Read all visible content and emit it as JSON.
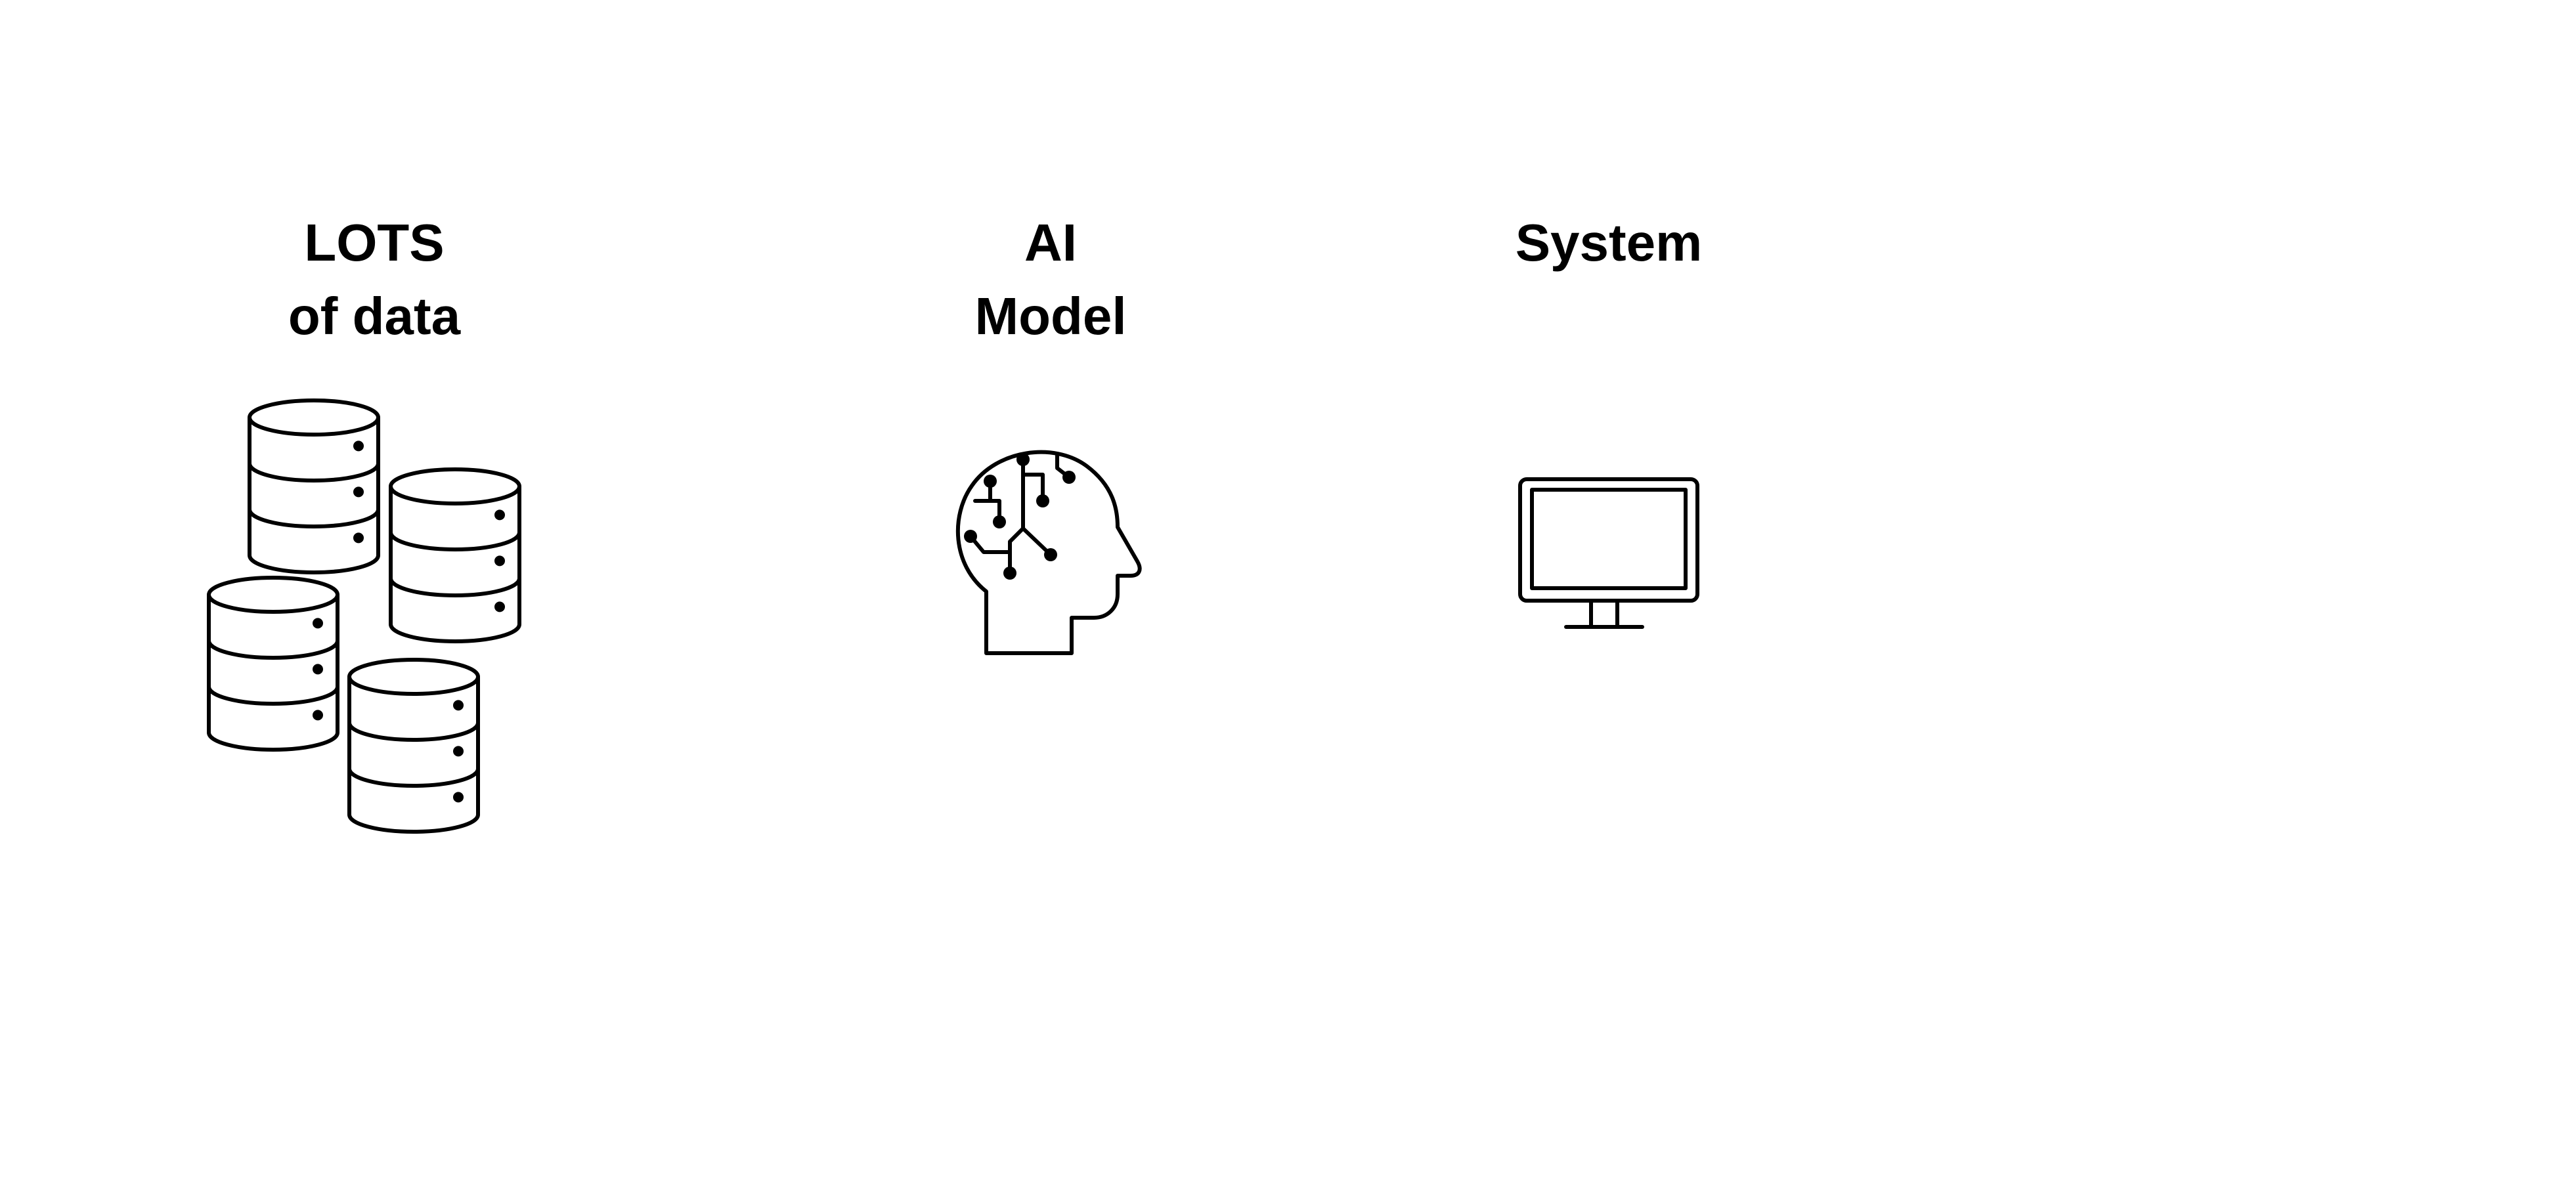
{
  "stages": [
    {
      "lines": [
        "LOTS",
        "of data"
      ],
      "icon": "database-stack-icon"
    },
    {
      "lines": [
        "AI",
        "Model"
      ],
      "icon": "ai-head-icon"
    },
    {
      "lines": [
        "System"
      ],
      "icon": "monitor-icon"
    }
  ]
}
